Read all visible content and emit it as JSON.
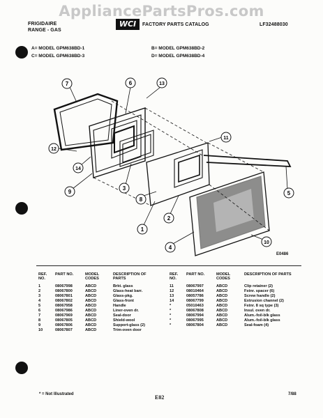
{
  "watermark": "AppliancePartsPros.com",
  "header": {
    "brand": "FRIGIDAIRE",
    "category": "RANGE - GAS",
    "logo": "WCI",
    "catalog": "FACTORY PARTS CATALOG",
    "code": "LF32488030"
  },
  "models": {
    "a": "A= MODEL GPM638BD-1",
    "b": "B= MODEL GPM638BD-2",
    "c": "C= MODEL GPM638BD-3",
    "d": "D= MODEL GPM638BD-4"
  },
  "diagram": {
    "code": "E0486",
    "callouts": [
      "7",
      "6",
      "13",
      "12",
      "14",
      "11",
      "9",
      "3",
      "8",
      "5",
      "2",
      "1",
      "10",
      "4"
    ]
  },
  "table_headers": {
    "ref": "REF. NO.",
    "part": "PART NO.",
    "model": "MODEL CODES",
    "desc": "DESCRIPTION OF PARTS"
  },
  "parts_left": [
    {
      "ref": "1",
      "part": "08067998",
      "model": "ABCD",
      "desc": "Brkt. glass"
    },
    {
      "ref": "2",
      "part": "08067800",
      "model": "ABCD",
      "desc": "Glass-heat barr."
    },
    {
      "ref": "3",
      "part": "08067801",
      "model": "ABCD",
      "desc": "Glass-pkg."
    },
    {
      "ref": "4",
      "part": "08067802",
      "model": "ABCD",
      "desc": "Glass-front"
    },
    {
      "ref": "5",
      "part": "08067958",
      "model": "ABCD",
      "desc": "Handle"
    },
    {
      "ref": "6",
      "part": "08067986",
      "model": "ABCD",
      "desc": "Liner-oven dr."
    },
    {
      "ref": "7",
      "part": "08067969",
      "model": "ABCD",
      "desc": "Seal-door"
    },
    {
      "ref": "8",
      "part": "08067805",
      "model": "ABCD",
      "desc": "Shield-wool"
    },
    {
      "ref": "9",
      "part": "08067806",
      "model": "ABCD",
      "desc": "Support-glass (2)"
    },
    {
      "ref": "10",
      "part": "08067807",
      "model": "ABCD",
      "desc": "Trim-oven door"
    }
  ],
  "parts_right": [
    {
      "ref": "11",
      "part": "08067997",
      "model": "ABCD",
      "desc": "Clip retainer (2)"
    },
    {
      "ref": "12",
      "part": "08010464",
      "model": "ABCD",
      "desc": "Fstnr. spacer (6)"
    },
    {
      "ref": "13",
      "part": "08057786",
      "model": "ABCD",
      "desc": "Screw handle (2)"
    },
    {
      "ref": "14",
      "part": "08067799",
      "model": "ABCD",
      "desc": "Extrusion channel (2)"
    },
    {
      "ref": "*",
      "part": "05010463",
      "model": "ABCD",
      "desc": "Fstnr. 8 sq type (3)"
    },
    {
      "ref": "*",
      "part": "08067808",
      "model": "ABCD",
      "desc": "Insul. oven dr."
    },
    {
      "ref": "*",
      "part": "08067994",
      "model": "ABCD",
      "desc": "Alum.-foil-blk glass"
    },
    {
      "ref": "*",
      "part": "08067995",
      "model": "ABCD",
      "desc": "Alum.-foil-blk glass"
    },
    {
      "ref": "*",
      "part": "08067804",
      "model": "ABCD",
      "desc": "Seal-foam (4)"
    }
  ],
  "footer": {
    "note": "* = Not Illustrated",
    "page": "E02",
    "date": "7/88"
  }
}
